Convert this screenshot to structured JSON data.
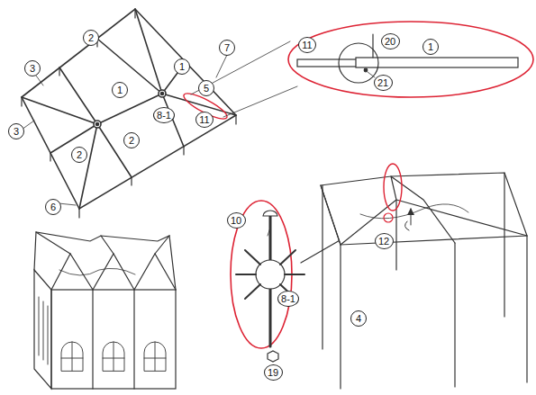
{
  "diagram": {
    "nodes": [
      {
        "text": [
          "2"
        ]
      },
      {
        "text": [
          "11"
        ]
      },
      {
        "text": [
          "20"
        ]
      },
      {
        "text": [
          "1"
        ]
      },
      {
        "text": [
          "7"
        ]
      },
      {
        "text": [
          "1"
        ]
      },
      {
        "text": [
          "3"
        ]
      },
      {
        "text": [
          "21"
        ]
      },
      {
        "text": [
          "5"
        ]
      },
      {
        "text": [
          "1"
        ]
      },
      {
        "text": [
          "8-1"
        ]
      },
      {
        "text": [
          "11"
        ]
      },
      {
        "text": [
          "3"
        ]
      },
      {
        "text": [
          "2"
        ]
      },
      {
        "text": [
          "2"
        ]
      },
      {
        "text": [
          "6"
        ]
      },
      {
        "text": [
          "10"
        ]
      },
      {
        "text": [
          "12"
        ]
      },
      {
        "text": [
          "8-1"
        ]
      },
      {
        "text": [
          "4"
        ]
      },
      {
        "text": [
          "19"
        ]
      }
    ]
  }
}
